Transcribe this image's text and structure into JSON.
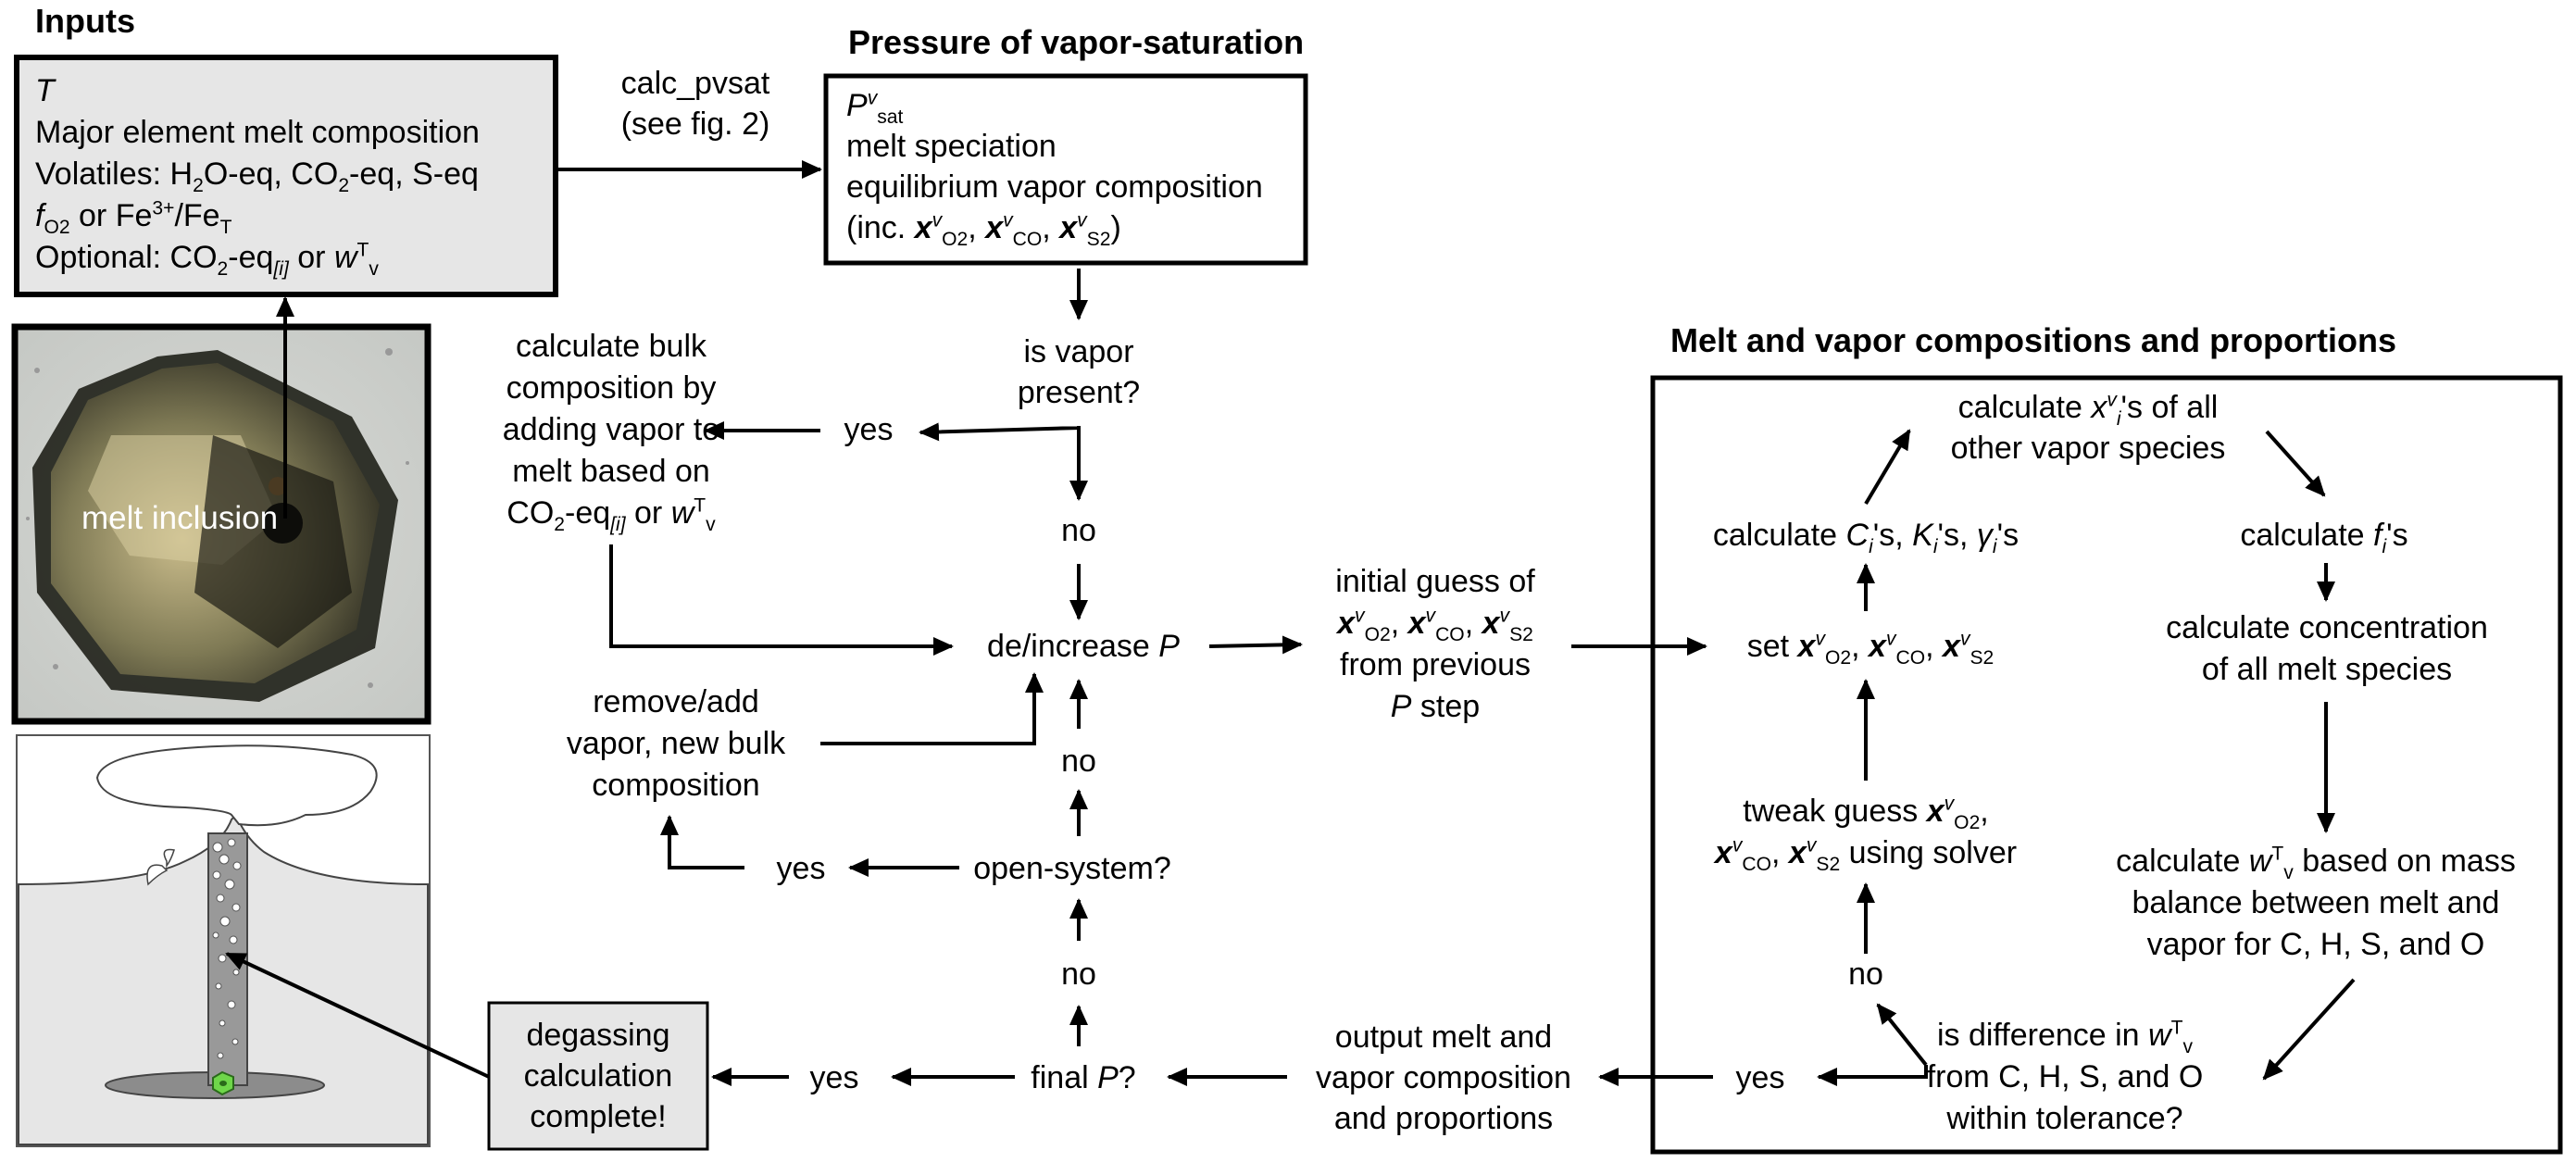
{
  "headings": {
    "inputs": "Inputs",
    "pvsat": "Pressure of vapor-saturation",
    "melt_vapor": "Melt and vapor compositions and proportions"
  },
  "inputs_box": {
    "T": "T",
    "major": "Major element melt composition",
    "volatiles_prefix": "Volatiles: H",
    "volatiles_h2o_sub": "2",
    "volatiles_mid1": "O-eq, CO",
    "volatiles_co2_sub": "2",
    "volatiles_mid2": "-eq, S-eq",
    "fo2_f": "f",
    "fo2_sub": "O2",
    "fo2_or": " or Fe",
    "fo2_sup": "3+",
    "fo2_slash": "/Fe",
    "fo2_T": "T",
    "optional_prefix": "Optional: CO",
    "optional_co2_sub": "2",
    "optional_eq": "-eq",
    "optional_i": "[i]",
    "optional_or": " or ",
    "optional_w": "w",
    "optional_wsup": "T",
    "optional_wsub": "v"
  },
  "photo_label": "melt inclusion",
  "calc_pvsat": {
    "line1": "calc_pvsat",
    "line2": "(see fig. 2)"
  },
  "pvsat_box": {
    "P": "P",
    "P_sup": "v",
    "P_sub": "sat",
    "line2": "melt speciation",
    "line3": "equilibrium vapor composition",
    "line4_prefix": "(inc. ",
    "x": "x",
    "v": "v",
    "O2": "O2",
    "CO": "CO",
    "S2": "S2",
    "comma": ", ",
    "close": ")"
  },
  "is_vapor": {
    "line1": "is vapor",
    "line2": "present?"
  },
  "yes1": "yes",
  "no1": "no",
  "no2": "no",
  "no3": "no",
  "no4": "no",
  "yes2": "yes",
  "yes3": "yes",
  "yes4": "yes",
  "bulk": {
    "line1": "calculate bulk",
    "line2": "composition by",
    "line3": "adding vapor to",
    "line4": "melt based on",
    "line5_prefix": "CO",
    "line5_sub": "2",
    "line5_eq": "-eq",
    "line5_i": "[i]",
    "line5_or": " or "
  },
  "deincrease": {
    "text": "de/increase ",
    "P": "P"
  },
  "remove_add": {
    "line1": "remove/add",
    "line2": "vapor, new bulk",
    "line3": "composition"
  },
  "open_system": "open-system?",
  "final_p": {
    "text": "final ",
    "P": "P",
    "q": "?"
  },
  "degassing": {
    "line1": "degassing",
    "line2": "calculation",
    "line3": "complete!"
  },
  "initial_guess": {
    "line1": "initial guess of",
    "line3": "from previous",
    "line4_P": "P",
    "line4_rest": " step"
  },
  "output": {
    "line1": "output melt and",
    "line2": "vapor composition",
    "line3": "and proportions"
  },
  "calc_xvi": {
    "line1_a": "calculate ",
    "line1_b": "'s of all",
    "line2": "other vapor species"
  },
  "calc_Ci": {
    "calc": "calculate ",
    "C": "C",
    "K": "K",
    "g": "γ",
    "i": "i",
    "s1": "'s, ",
    "s2": "'s, ",
    "s3": "'s"
  },
  "calc_fi": {
    "calc": "calculate ",
    "f": "f",
    "i": "i",
    "s": "'s"
  },
  "set_x": {
    "set": "set "
  },
  "calc_conc": {
    "line1": "calculate concentration",
    "line2": "of all melt species"
  },
  "tweak": {
    "line1": "tweak guess ",
    "line2_end": " using solver"
  },
  "calc_wT": {
    "line1_a": "calculate ",
    "line1_b": " based on mass",
    "line2": "balance between melt and",
    "line3": "vapor for C, H, S, and O"
  },
  "is_diff": {
    "line1": "is difference in ",
    "line2": "from C, H, S, and O",
    "line3": "within tolerance?"
  },
  "colors": {
    "box_fill": "#e6e6e6",
    "line": "#000000",
    "inclusion_green": "#6fd64a",
    "ground_grey": "#cccccc"
  }
}
